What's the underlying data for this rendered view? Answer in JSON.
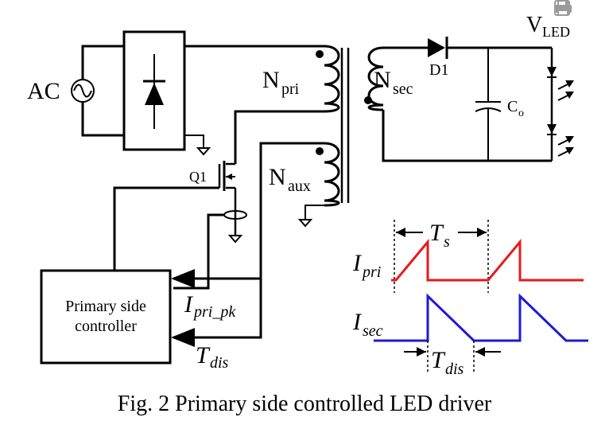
{
  "labels": {
    "ac": "AC",
    "n_pri_main": "N",
    "n_pri_sub": "pri",
    "n_sec_main": "N",
    "n_sec_sub": "sec",
    "n_aux_main": "N",
    "n_aux_sub": "aux",
    "d1": "D1",
    "vled_main": "V",
    "vled_sub": "LED",
    "co_main": "C",
    "co_sub": "o",
    "q1": "Q1",
    "controller_line1": "Primary side",
    "controller_line2": "controller",
    "ipri_pk_main": "I",
    "ipri_pk_sub": "pri_pk",
    "tdis_main": "T",
    "tdis_sub": "dis",
    "ts_main": "T",
    "ts_sub": "s",
    "ipri_main": "I",
    "ipri_sub": "pri",
    "isec_main": "I",
    "isec_sub": "sec",
    "tdis_wave_main": "T",
    "tdis_wave_sub": "dis"
  },
  "caption": "Fig. 2 Primary side controlled LED driver",
  "toolbar": {
    "icons": [
      "save-icon",
      "print-icon"
    ]
  },
  "colors": {
    "primary_current": "#e81919",
    "secondary_current": "#1b1bd6",
    "ink": "#000000"
  }
}
